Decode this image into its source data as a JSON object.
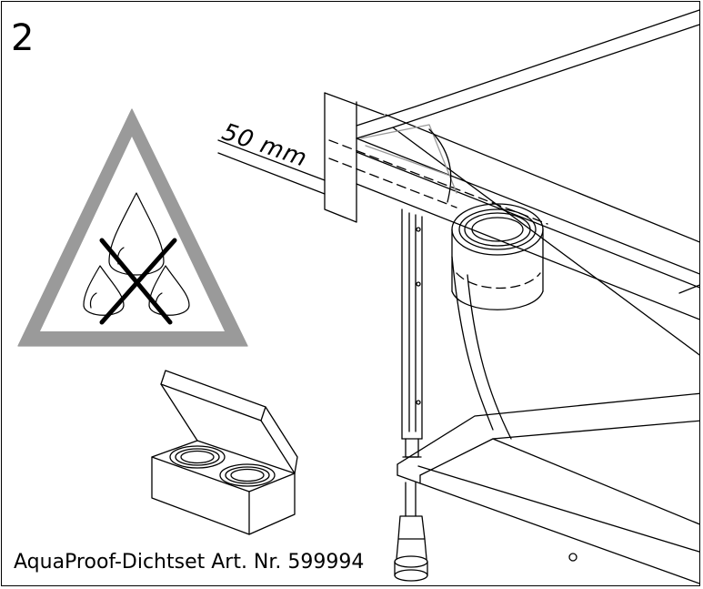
{
  "step_number": "2",
  "dimension_label": "50 mm",
  "caption": "AquaProof-Dichtset Art. Nr. 599994",
  "colors": {
    "line": "#000000",
    "warning_border": "#9a9a9a",
    "background": "#ffffff"
  },
  "icons": [
    "warning-triangle-icon",
    "water-drops-crossed-icon",
    "sealing-kit-box-icon"
  ]
}
